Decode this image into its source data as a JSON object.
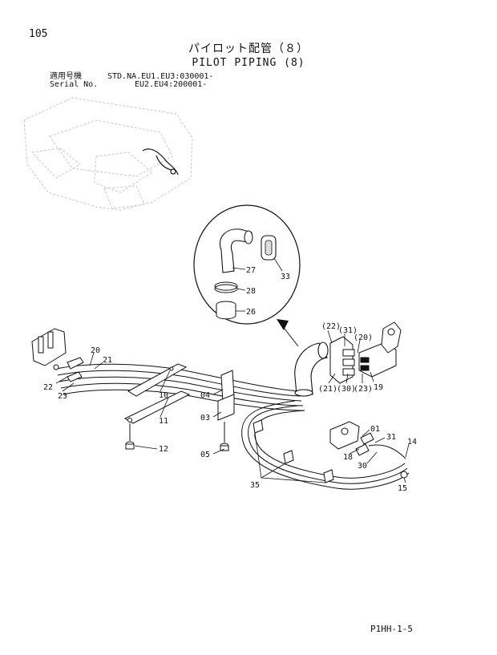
{
  "page_number": "105",
  "title_jp": "パイロット配管（８）",
  "title_en": "PILOT PIPING (8)",
  "applicability": {
    "label_jp": "適用号機",
    "label_en": "Serial No.",
    "line1": "STD.NA.EU1.EU3:030001-",
    "line2": "EU2.EU4:200001-"
  },
  "callouts": {
    "c27": "27",
    "c28": "28",
    "c26": "26",
    "c33": "33",
    "c22p": "(22)",
    "c31p": "(31)",
    "c20p": "(20)",
    "c21p": "(21)",
    "c30p": "(30)",
    "c23p": "(23)",
    "c19": "19",
    "c20": "20",
    "c21": "21",
    "c22": "22",
    "c23": "23",
    "c10": "10",
    "c11": "11",
    "c12": "12",
    "c04": "04",
    "c03": "03",
    "c05": "05",
    "c01": "01",
    "c31": "31",
    "c14": "14",
    "c18": "18",
    "c30": "30",
    "c15": "15",
    "c35": "35"
  },
  "footer_code": "P1HH-1-5"
}
